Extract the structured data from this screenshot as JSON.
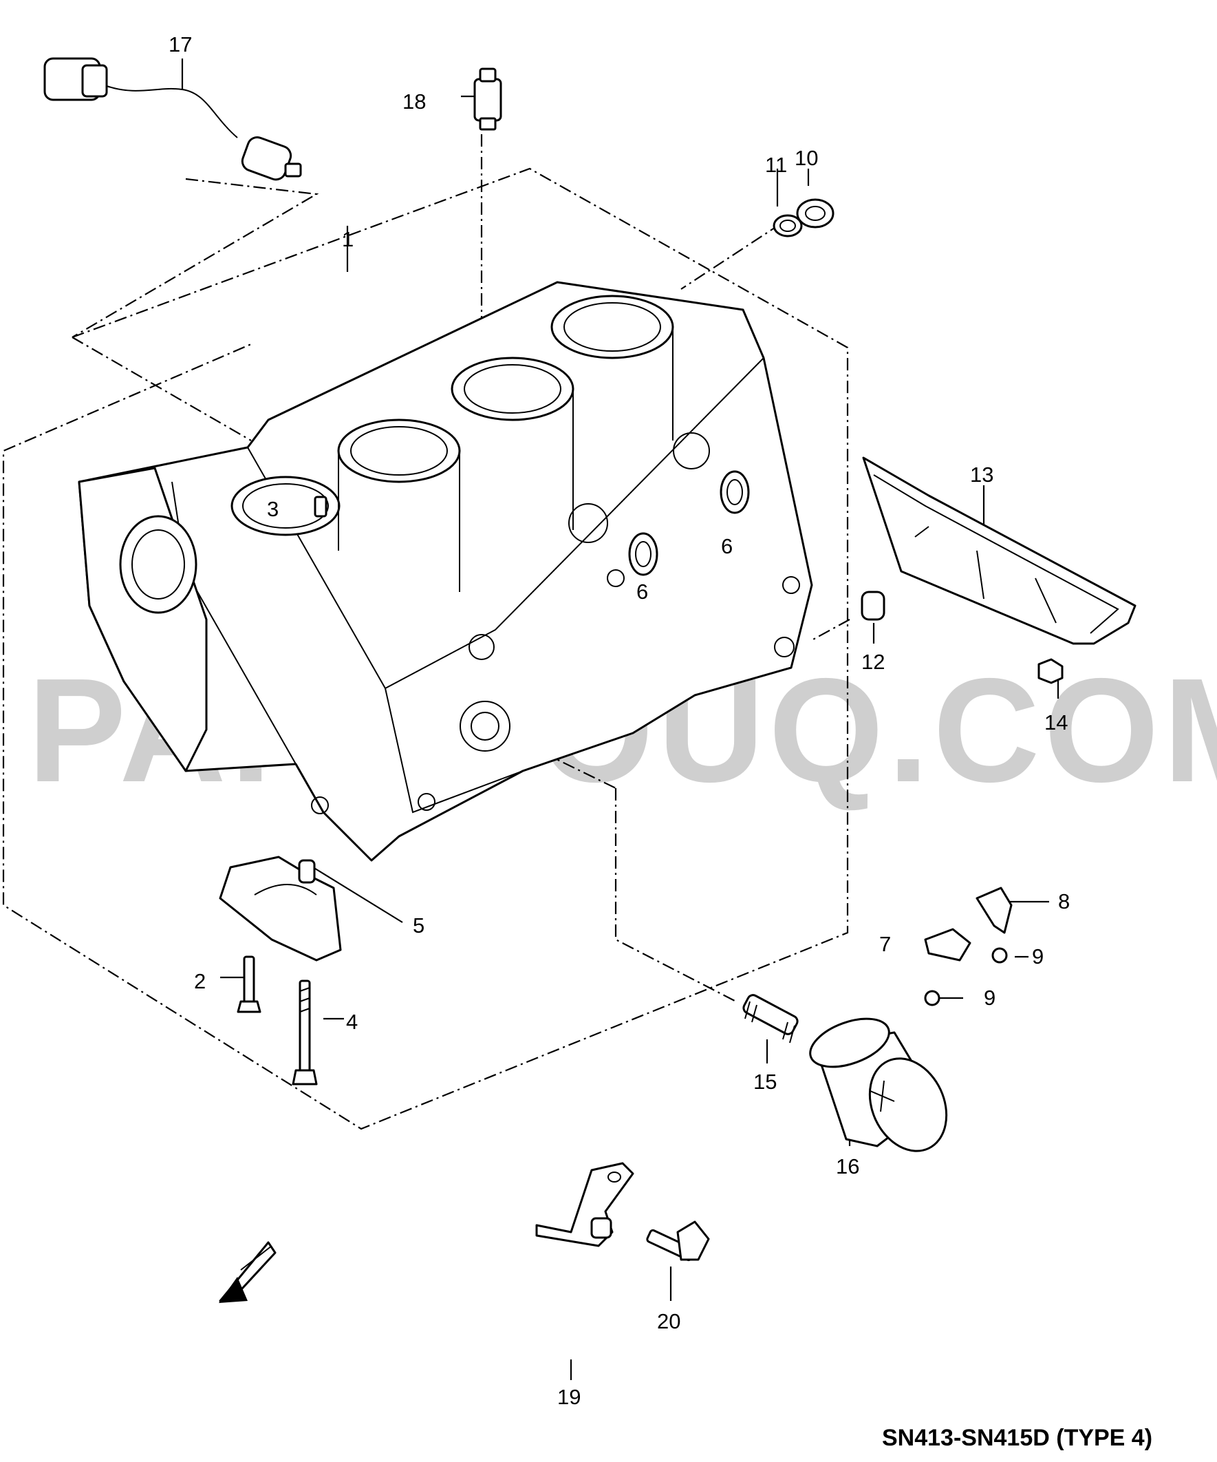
{
  "diagram": {
    "title": "SN413-SN415D (TYPE 4)",
    "watermark": "PARTSOUQ.COM",
    "callouts": [
      {
        "id": "c1",
        "label": "1"
      },
      {
        "id": "c2",
        "label": "2"
      },
      {
        "id": "c3",
        "label": "3"
      },
      {
        "id": "c4",
        "label": "4"
      },
      {
        "id": "c5",
        "label": "5"
      },
      {
        "id": "c6",
        "label": "6"
      },
      {
        "id": "c6b",
        "label": "6"
      },
      {
        "id": "c7",
        "label": "7"
      },
      {
        "id": "c8",
        "label": "8"
      },
      {
        "id": "c9a",
        "label": "9"
      },
      {
        "id": "c9b",
        "label": "9"
      },
      {
        "id": "c10",
        "label": "10"
      },
      {
        "id": "c11",
        "label": "11"
      },
      {
        "id": "c12",
        "label": "12"
      },
      {
        "id": "c13",
        "label": "13"
      },
      {
        "id": "c14",
        "label": "14"
      },
      {
        "id": "c15",
        "label": "15"
      },
      {
        "id": "c16",
        "label": "16"
      },
      {
        "id": "c17",
        "label": "17"
      },
      {
        "id": "c18",
        "label": "18"
      },
      {
        "id": "c19",
        "label": "19"
      },
      {
        "id": "c20",
        "label": "20"
      }
    ]
  }
}
